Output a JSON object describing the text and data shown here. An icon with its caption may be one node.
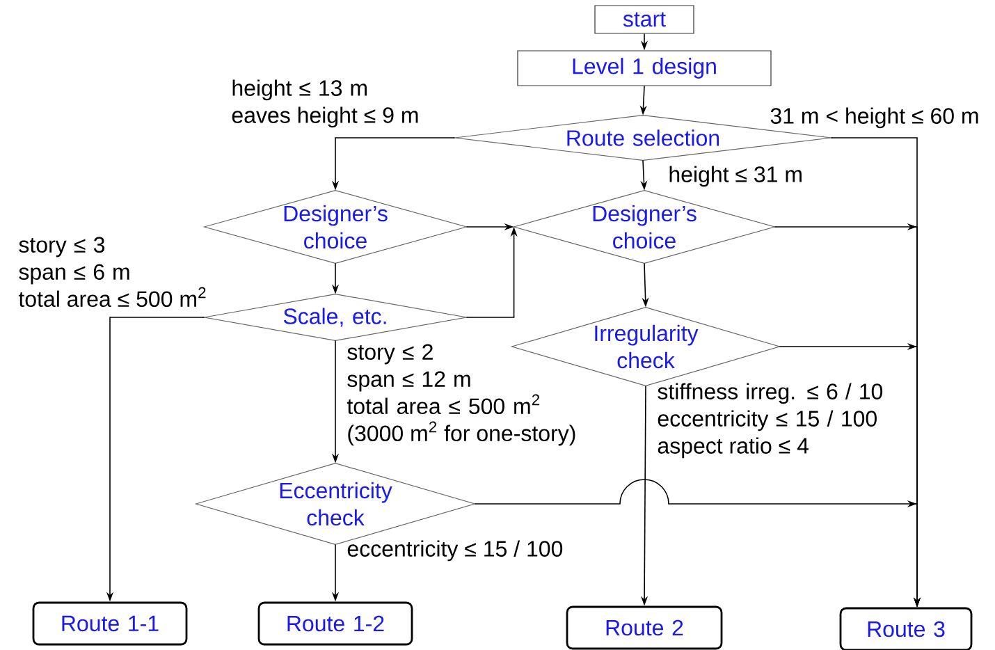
{
  "diagram": {
    "nodes": [
      {
        "text": [
          "start"
        ]
      },
      {
        "text": [
          "Level 1 design"
        ]
      },
      {
        "text": [
          "Route selection"
        ]
      },
      {
        "text": [
          "Designer’s choice"
        ]
      },
      {
        "text": [
          "Designer’s choice"
        ]
      },
      {
        "text": [
          "Scale, etc."
        ]
      },
      {
        "text": [
          "Irregularity check"
        ]
      },
      {
        "text": [
          "Eccentricity check"
        ]
      },
      {
        "text": [
          "Route 1-1"
        ]
      },
      {
        "text": [
          "Route 1-2"
        ]
      },
      {
        "text": [
          "Route 2"
        ]
      },
      {
        "text": [
          "Route 3"
        ]
      }
    ],
    "edges": [
      {
        "from": 0,
        "to": 1,
        "arrow": "to"
      },
      {
        "from": 1,
        "to": 2,
        "arrow": "to"
      },
      {
        "from": 2,
        "to": 3,
        "arrow": "to",
        "label": "height ≤ 13 m eaves height ≤ 9 m"
      },
      {
        "from": 2,
        "to": 4,
        "arrow": "to",
        "label": "height ≤ 31 m"
      },
      {
        "from": 2,
        "to": 11,
        "arrow": "to",
        "label": "31 m < height ≤ 60 m"
      },
      {
        "from": 3,
        "to": 4,
        "arrow": "to"
      },
      {
        "from": 3,
        "to": 5,
        "arrow": "to"
      },
      {
        "from": 4,
        "to": 11,
        "arrow": "to"
      },
      {
        "from": 4,
        "to": 6,
        "arrow": "to"
      },
      {
        "from": 5,
        "to": 4,
        "arrow": "to"
      },
      {
        "from": 5,
        "to": 8,
        "arrow": "to",
        "label": "story ≤ 3 span ≤ 6 m total area ≤ 500 m$^{2}$"
      },
      {
        "from": 5,
        "to": 7,
        "arrow": "to",
        "label": "story ≤ 2 span ≤ 12 m total area ≤ 500 m$^{2}$ (3000 m$^{2}$ for one-story)"
      },
      {
        "from": 6,
        "to": 11,
        "arrow": "to"
      },
      {
        "from": 6,
        "to": 10,
        "arrow": "to",
        "label": "stiffness irreg. ≤ 6 / 10 eccentricity ≤ 15 / 100 aspect ratio ≤ 4"
      },
      {
        "from": 7,
        "to": 11,
        "arrow": "to"
      },
      {
        "from": 7,
        "to": 9,
        "arrow": "to",
        "label": "eccentricity ≤ 15 / 100"
      }
    ]
  }
}
